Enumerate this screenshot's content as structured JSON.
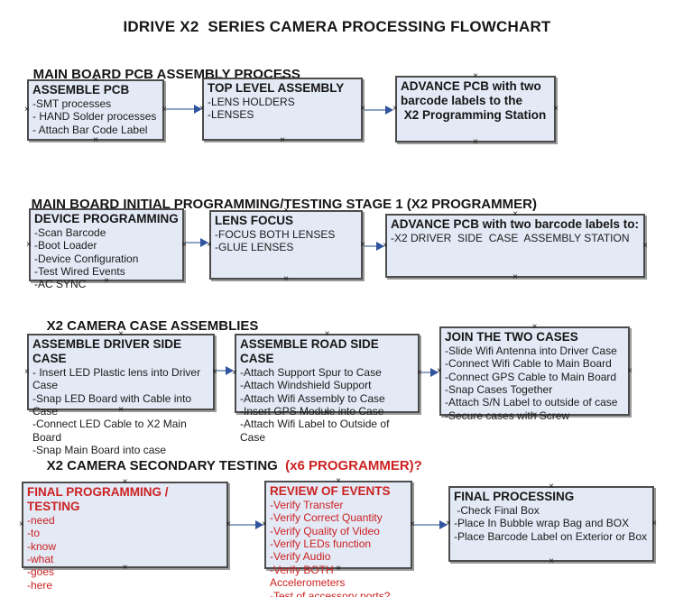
{
  "title": "IDRIVE X2  SERIES CAMERA PROCESSING FLOWCHART",
  "colors": {
    "box_fill": "#e3e9f5",
    "box_border": "#4c4c4c",
    "red_text": "#cc2222",
    "arrow_line": "#8fa3c2",
    "arrow_head": "#30549e"
  },
  "sections": [
    {
      "label": "MAIN BOARD PCB ASSEMBLY PROCESS",
      "suffix": ""
    },
    {
      "label": "MAIN BOARD INITIAL PROGRAMMING/TESTING STAGE 1 (X2 PROGRAMMER)",
      "suffix": ""
    },
    {
      "label": "X2 CAMERA CASE ASSEMBLIES",
      "suffix": ""
    },
    {
      "label": "X2 CAMERA SECONDARY TESTING ",
      "suffix": " (x6 PROGRAMMER)?"
    }
  ],
  "boxes": [
    {
      "title": "ASSEMBLE PCB",
      "items": [
        "-SMT processes",
        "- HAND Solder processes",
        "- Attach Bar Code Label"
      ]
    },
    {
      "title": "TOP LEVEL ASSEMBLY",
      "items": [
        "-LENS HOLDERS",
        "-LENSES"
      ]
    },
    {
      "title": "ADVANCE PCB with two\nbarcode labels to the\n X2 Programming Station",
      "items": []
    },
    {
      "title": "DEVICE PROGRAMMING",
      "items": [
        "-Scan Barcode",
        "-Boot Loader",
        "-Device Configuration",
        "-Test Wired Events",
        "-AC SYNC"
      ]
    },
    {
      "title": "LENS FOCUS",
      "items": [
        "-FOCUS BOTH LENSES",
        "-GLUE LENSES"
      ]
    },
    {
      "title": "ADVANCE PCB with two barcode labels to:",
      "items": [
        "-X2 DRIVER  SIDE  CASE  ASSEMBLY STATION"
      ]
    },
    {
      "title": "ASSEMBLE DRIVER SIDE CASE",
      "items": [
        "- Insert LED Plastic lens into Driver Case",
        "-Snap LED Board with Cable into Case",
        "-Connect LED Cable to X2 Main Board",
        "-Snap Main Board into case"
      ]
    },
    {
      "title": "ASSEMBLE ROAD SIDE CASE",
      "items": [
        "-Attach Support Spur to Case",
        "-Attach Windshield Support",
        "-Attach Wifi Assembly to Case",
        "-Insert GPS Module into Case",
        "-Attach Wifi Label to Outside of Case"
      ]
    },
    {
      "title": "JOIN THE TWO CASES",
      "items": [
        "-Slide Wifi Antenna into Driver Case",
        "-Connect Wifi Cable to Main Board",
        "-Connect GPS Cable to Main Board",
        "-Snap Cases Together",
        "-Attach S/N Label to outside of case",
        "-Secure cases with Screw"
      ]
    },
    {
      "title": "FINAL PROGRAMMING / TESTING",
      "items": [
        "-need",
        "-to",
        "-know",
        "-what",
        "-goes",
        "-here"
      ]
    },
    {
      "title": "REVIEW OF EVENTS",
      "items": [
        "-Verify Transfer",
        "-Verify Correct Quantity",
        "-Verify Quality of Video",
        "-Verify LEDs function",
        "-Verify Audio",
        "-Verify BOTH Accelerometers",
        "-Test of accessory ports?"
      ]
    },
    {
      "title": "FINAL PROCESSING",
      "items": [
        " -Check Final Box",
        "-Place In Bubble wrap Bag and BOX",
        "-Place Barcode Label on Exterior or Box"
      ]
    }
  ]
}
